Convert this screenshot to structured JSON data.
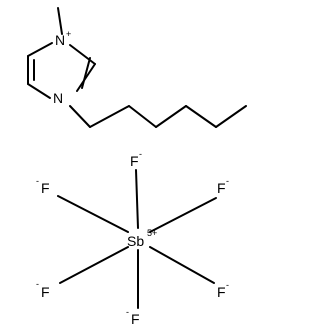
{
  "colors": {
    "bond": "#000000",
    "text": "#000000",
    "background": "#ffffff"
  },
  "cation": {
    "n1": {
      "symbol": "N",
      "charge": "+"
    },
    "n3": {
      "symbol": "N"
    }
  },
  "anion": {
    "center": {
      "symbol": "Sb",
      "charge": "5+"
    },
    "ligands": [
      {
        "position": "top",
        "symbol": "F",
        "charge": "-"
      },
      {
        "position": "upper-left",
        "symbol": "F",
        "charge": "-"
      },
      {
        "position": "upper-right",
        "symbol": "F",
        "charge": "-"
      },
      {
        "position": "lower-left",
        "symbol": "F",
        "charge": "-"
      },
      {
        "position": "lower-right",
        "symbol": "F",
        "charge": "-"
      },
      {
        "position": "bottom",
        "symbol": "F",
        "charge": "-"
      }
    ]
  }
}
